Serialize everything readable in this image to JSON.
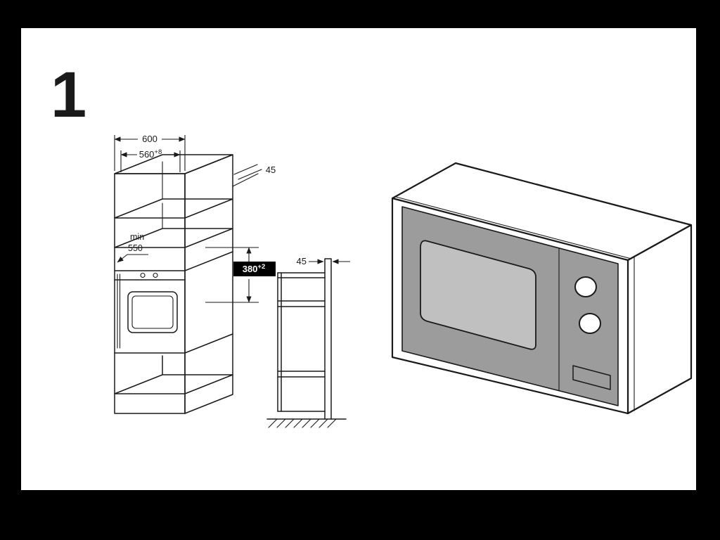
{
  "colors": {
    "page_background": "#000000",
    "canvas_background": "#ffffff",
    "outline": "#1a1a1a",
    "panel_gray": "#9c9c9c",
    "window_gray": "#c0c0c0",
    "callout_bg": "#000000",
    "callout_text": "#ffffff"
  },
  "labels": {
    "step_number": "1",
    "outer_width": "600",
    "inner_width": "560",
    "inner_width_tolerance": "+8",
    "top_clearance": "45",
    "depth_min_word": "min",
    "depth_min_value": "550",
    "niche_height": "380",
    "niche_height_tolerance": "+2",
    "wall_thickness": "45"
  }
}
